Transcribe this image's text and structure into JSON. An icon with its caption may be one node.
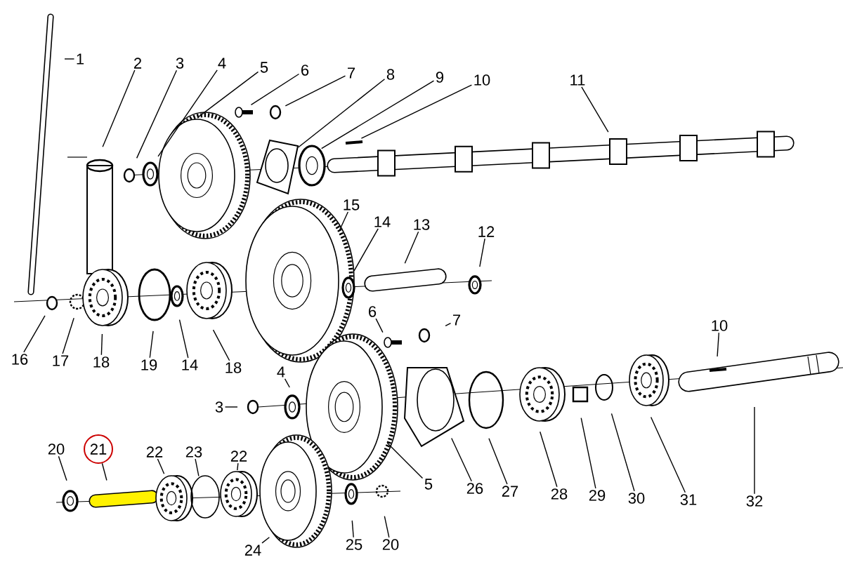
{
  "diagram": {
    "nodes": [
      {
        "text": [
          "1"
        ]
      },
      {
        "text": [
          "2"
        ]
      },
      {
        "text": [
          "3"
        ]
      },
      {
        "text": [
          "4"
        ]
      },
      {
        "text": [
          "5"
        ]
      },
      {
        "text": [
          "6"
        ]
      },
      {
        "text": [
          "7"
        ]
      },
      {
        "text": [
          "8"
        ]
      },
      {
        "text": [
          "9"
        ]
      },
      {
        "text": [
          "10"
        ]
      },
      {
        "text": [
          "11"
        ]
      },
      {
        "text": [
          "15"
        ]
      },
      {
        "text": [
          "14"
        ]
      },
      {
        "text": [
          "13"
        ]
      },
      {
        "text": [
          "12"
        ]
      },
      {
        "text": [
          "16"
        ]
      },
      {
        "text": [
          "17"
        ]
      },
      {
        "text": [
          "18"
        ]
      },
      {
        "text": [
          "19"
        ]
      },
      {
        "text": [
          "14"
        ]
      },
      {
        "text": [
          "18"
        ]
      },
      {
        "text": [
          "6"
        ]
      },
      {
        "text": [
          "7"
        ]
      },
      {
        "text": [
          "10"
        ]
      },
      {
        "text": [
          "4"
        ]
      },
      {
        "text": [
          "3"
        ]
      },
      {
        "text": [
          "20"
        ]
      },
      {
        "text": [
          "21"
        ]
      },
      {
        "text": [
          "22"
        ]
      },
      {
        "text": [
          "23"
        ]
      },
      {
        "text": [
          "22"
        ]
      },
      {
        "text": [
          "5"
        ]
      },
      {
        "text": [
          "26"
        ]
      },
      {
        "text": [
          "27"
        ]
      },
      {
        "text": [
          "28"
        ]
      },
      {
        "text": [
          "29"
        ]
      },
      {
        "text": [
          "30"
        ]
      },
      {
        "text": [
          "31"
        ]
      },
      {
        "text": [
          "32"
        ]
      },
      {
        "text": [
          "24"
        ]
      },
      {
        "text": [
          "25"
        ]
      },
      {
        "text": [
          "20"
        ]
      }
    ],
    "edges": [
      {
        "from": 0,
        "to": null,
        "arrow": "none"
      },
      {
        "from": 1,
        "to": null,
        "arrow": "none"
      },
      {
        "from": 2,
        "to": null,
        "arrow": "none"
      },
      {
        "from": 3,
        "to": null,
        "arrow": "none"
      },
      {
        "from": 4,
        "to": null,
        "arrow": "none"
      },
      {
        "from": 5,
        "to": null,
        "arrow": "none"
      },
      {
        "from": 6,
        "to": null,
        "arrow": "none"
      },
      {
        "from": 7,
        "to": null,
        "arrow": "none"
      },
      {
        "from": 8,
        "to": null,
        "arrow": "none"
      },
      {
        "from": 9,
        "to": null,
        "arrow": "none"
      },
      {
        "from": 10,
        "to": null,
        "arrow": "none"
      },
      {
        "from": 11,
        "to": null,
        "arrow": "none"
      },
      {
        "from": 12,
        "to": null,
        "arrow": "none"
      },
      {
        "from": 13,
        "to": null,
        "arrow": "none"
      },
      {
        "from": 14,
        "to": null,
        "arrow": "none"
      },
      {
        "from": 15,
        "to": null,
        "arrow": "none"
      },
      {
        "from": 16,
        "to": null,
        "arrow": "none"
      },
      {
        "from": 17,
        "to": null,
        "arrow": "none"
      },
      {
        "from": 18,
        "to": null,
        "arrow": "none"
      },
      {
        "from": 19,
        "to": null,
        "arrow": "none"
      },
      {
        "from": 20,
        "to": null,
        "arrow": "none"
      },
      {
        "from": 21,
        "to": null,
        "arrow": "none"
      },
      {
        "from": 22,
        "to": null,
        "arrow": "none"
      },
      {
        "from": 23,
        "to": null,
        "arrow": "none"
      },
      {
        "from": 24,
        "to": null,
        "arrow": "none"
      },
      {
        "from": 25,
        "to": null,
        "arrow": "none"
      },
      {
        "from": 26,
        "to": null,
        "arrow": "none"
      },
      {
        "from": 27,
        "to": null,
        "arrow": "none"
      },
      {
        "from": 28,
        "to": null,
        "arrow": "none"
      },
      {
        "from": 29,
        "to": null,
        "arrow": "none"
      },
      {
        "from": 30,
        "to": null,
        "arrow": "none"
      },
      {
        "from": 31,
        "to": null,
        "arrow": "none"
      },
      {
        "from": 32,
        "to": null,
        "arrow": "none"
      },
      {
        "from": 33,
        "to": null,
        "arrow": "none"
      },
      {
        "from": 34,
        "to": null,
        "arrow": "none"
      },
      {
        "from": 35,
        "to": null,
        "arrow": "none"
      },
      {
        "from": 36,
        "to": null,
        "arrow": "none"
      },
      {
        "from": 37,
        "to": null,
        "arrow": "none"
      },
      {
        "from": 38,
        "to": null,
        "arrow": "none"
      },
      {
        "from": 39,
        "to": null,
        "arrow": "none"
      },
      {
        "from": 40,
        "to": null,
        "arrow": "none"
      },
      {
        "from": 41,
        "to": null,
        "arrow": "none"
      }
    ]
  }
}
